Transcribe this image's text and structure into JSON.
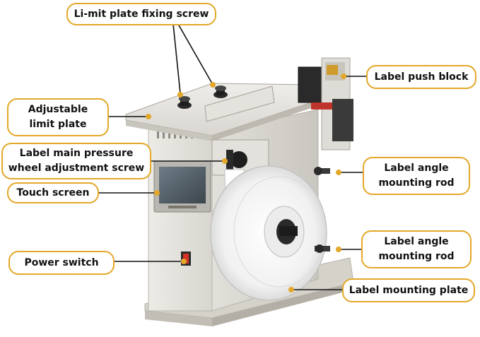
{
  "colors": {
    "accent": "#e3a82a",
    "text": "#111111"
  },
  "labels": {
    "limit_plate_fixing_screw": "Li-mit plate fixing screw",
    "adjustable_limit_plate": [
      "Adjustable",
      "limit plate"
    ],
    "label_main_pressure_screw": [
      "Label main pressure",
      "wheel adjustment screw"
    ],
    "touch_screen": "Touch screen",
    "power_switch": "Power switch",
    "label_push_block": "Label push block",
    "label_angle_mounting_rod_upper": [
      "Label angle",
      "mounting rod"
    ],
    "label_angle_mounting_rod_lower": [
      "Label angle",
      "mounting rod"
    ],
    "label_mounting_plate": "Label mounting plate"
  }
}
